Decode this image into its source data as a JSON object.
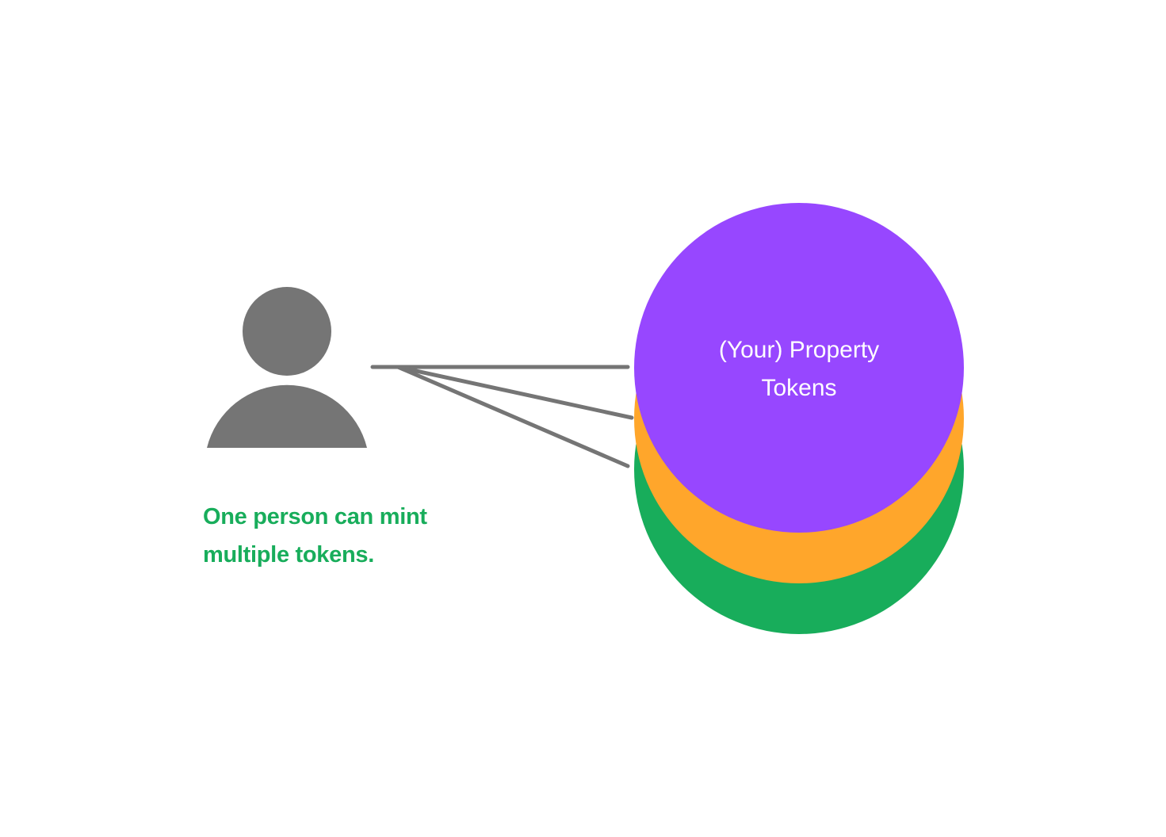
{
  "colors": {
    "person": "#757575",
    "connector": "#757575",
    "token_back": "#18ad5b",
    "token_middle": "#ffa62b",
    "token_front": "#9747ff",
    "caption_text": "#18ad5b",
    "label_text": "#ffffff",
    "background": "#ffffff"
  },
  "person": {
    "icon": "person-icon"
  },
  "caption": {
    "line1": "One person can mint",
    "line2": "multiple tokens."
  },
  "tokens": {
    "label_line1": "(Your) Property",
    "label_line2": "Tokens"
  }
}
